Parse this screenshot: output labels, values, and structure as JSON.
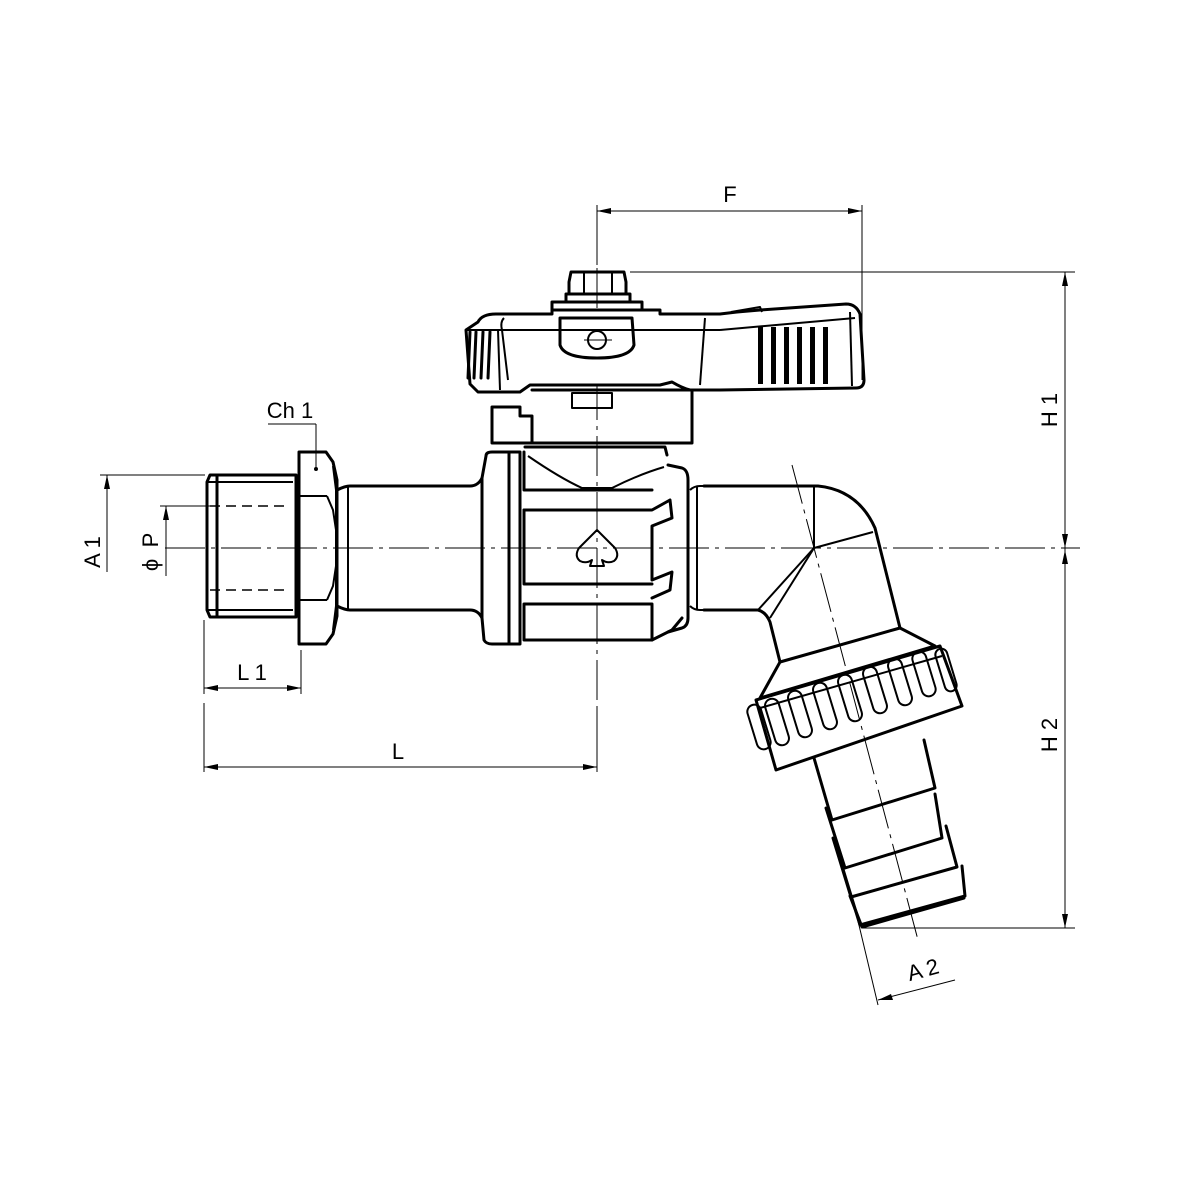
{
  "drawing": {
    "subject": "ball valve with hose connector",
    "background": "#ffffff",
    "line_color": "#000000"
  },
  "dimensions": {
    "F": "F",
    "H1": "H1",
    "H2": "H2",
    "A1": "A 1",
    "P": "P",
    "P_symbol": "ϕ",
    "Ch1": "Ch 1",
    "L1": "L 1",
    "L": "L",
    "A2": "A 2"
  },
  "labels": {
    "H1_display": "H 1",
    "H2_display": "H 2"
  }
}
